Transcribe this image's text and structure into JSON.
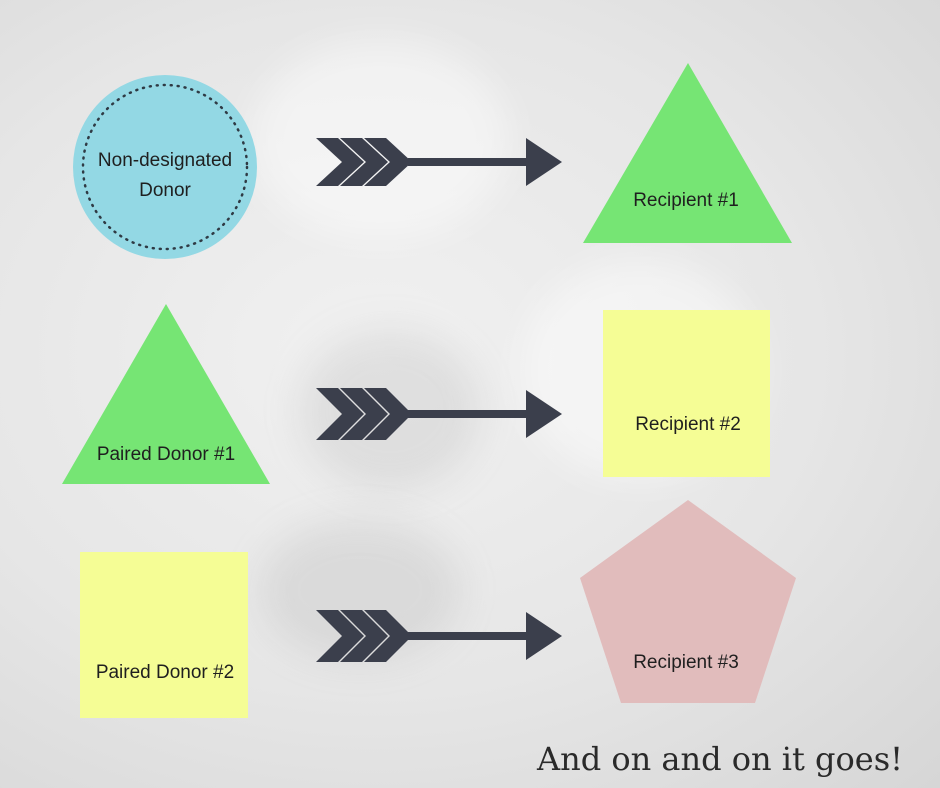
{
  "diagram": {
    "nodes": [
      {
        "id": "non-designated-donor",
        "label_lines": [
          "Non-designated",
          "Donor"
        ],
        "shape": "circle",
        "fill": "#93d8e4",
        "border": "dotted"
      },
      {
        "id": "recipient-1",
        "label": "Recipient #1",
        "shape": "triangle",
        "fill": "#76e574"
      },
      {
        "id": "paired-donor-1",
        "label": "Paired Donor #1",
        "shape": "triangle",
        "fill": "#76e574"
      },
      {
        "id": "recipient-2",
        "label": "Recipient #2",
        "shape": "square",
        "fill": "#f5fd95"
      },
      {
        "id": "paired-donor-2",
        "label": "Paired Donor #2",
        "shape": "square",
        "fill": "#f5fd95"
      },
      {
        "id": "recipient-3",
        "label": "Recipient #3",
        "shape": "pentagon",
        "fill": "#e1bcbc"
      }
    ],
    "edges": [
      {
        "from": "non-designated-donor",
        "to": "recipient-1"
      },
      {
        "from": "paired-donor-1",
        "to": "recipient-2"
      },
      {
        "from": "paired-donor-2",
        "to": "recipient-3"
      }
    ],
    "arrow_color": "#3b3f4c",
    "tagline": "And on and on it goes!"
  }
}
